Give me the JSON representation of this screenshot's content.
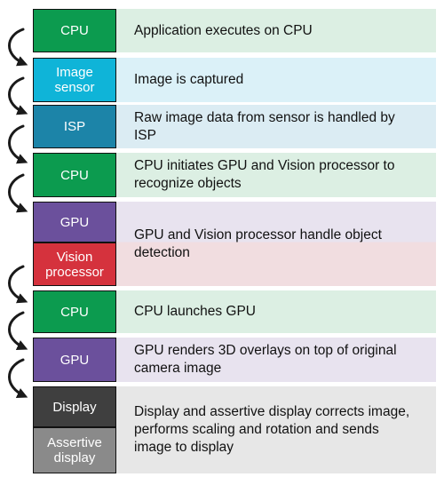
{
  "colors": {
    "cpu": "#0c9b4f",
    "image_sensor": "#0fb4d8",
    "isp": "#1c84a8",
    "gpu": "#6b509c",
    "vision_processor": "#d5323d",
    "display": "#3f3f3f",
    "assertive_display": "#8a8a8a",
    "arrow": "#1a1a1a"
  },
  "steps": [
    {
      "unit": "CPU",
      "desc": "Application executes on CPU"
    },
    {
      "unit": "Image sensor",
      "desc": "Image is captured"
    },
    {
      "unit": "ISP",
      "desc": "Raw image data from sensor is handled by ISP"
    },
    {
      "unit": "CPU",
      "desc": "CPU initiates GPU and Vision processor to recognize objects"
    },
    {
      "units": [
        "GPU",
        "Vision processor"
      ],
      "desc": "GPU and Vision processor handle object detection"
    },
    {
      "unit": "CPU",
      "desc": "CPU launches GPU"
    },
    {
      "unit": "GPU",
      "desc": "GPU renders 3D overlays on top of original camera image"
    },
    {
      "units": [
        "Display",
        "Assertive display"
      ],
      "desc": "Display and assertive display corrects image, performs scaling and rotation and sends image to display"
    }
  ]
}
